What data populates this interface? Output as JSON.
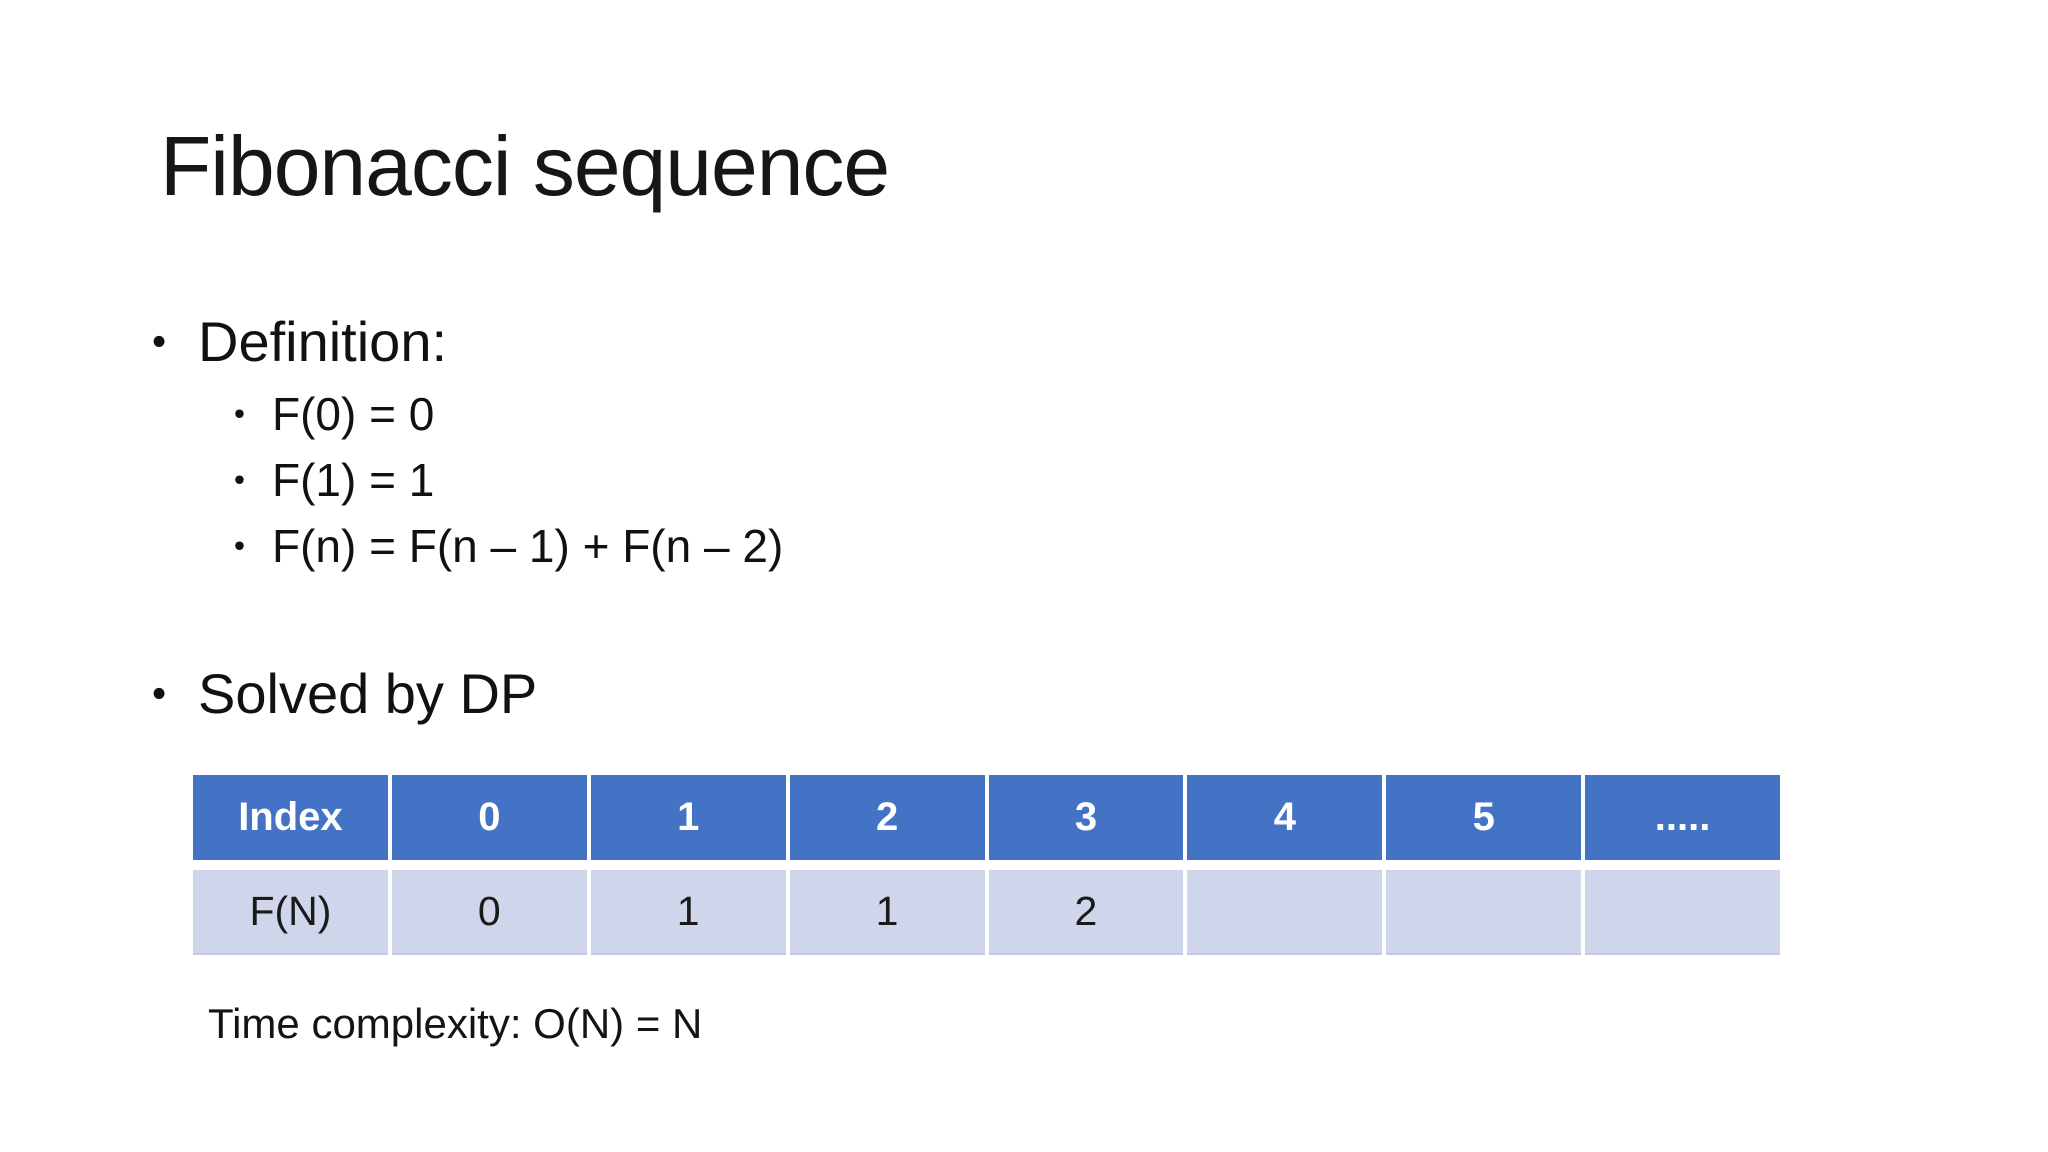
{
  "slide": {
    "title": "Fibonacci sequence",
    "bullet_char": "•",
    "definition": {
      "label": "Definition:",
      "items": [
        "F(0) = 0",
        "F(1) = 1",
        "F(n) = F(n – 1) + F(n – 2)"
      ]
    },
    "solved": {
      "label": "Solved by DP"
    },
    "table": {
      "header": [
        "Index",
        "0",
        "1",
        "2",
        "3",
        "4",
        "5",
        "....."
      ],
      "row": [
        "F(N)",
        "0",
        "1",
        "1",
        "2",
        "",
        "",
        ""
      ]
    },
    "footnote": "Time complexity: O(N) = N",
    "colors": {
      "header_bg": "#4472C4",
      "header_text": "#FFFFFF",
      "band_bg": "#CFD5EA",
      "body_text": "#111111"
    }
  }
}
